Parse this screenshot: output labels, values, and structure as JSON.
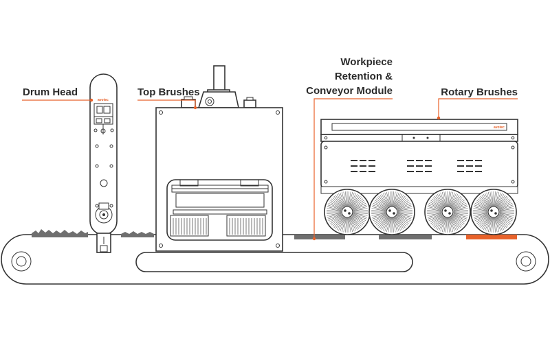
{
  "labels": {
    "drum_head": "Drum Head",
    "top_brushes": "Top Brushes",
    "workpiece_line1": "Workpiece",
    "workpiece_line2": "Retention &",
    "workpiece_line3": "Conveyor Module",
    "rotary_brushes": "Rotary Brushes"
  },
  "brand_marks": {
    "drum_head": "avotec",
    "conveyor": "avotec"
  },
  "colors": {
    "accent": "#e8622a",
    "outline": "#333333",
    "workpiece_grey": "#6f6f6f",
    "background": "#ffffff"
  }
}
